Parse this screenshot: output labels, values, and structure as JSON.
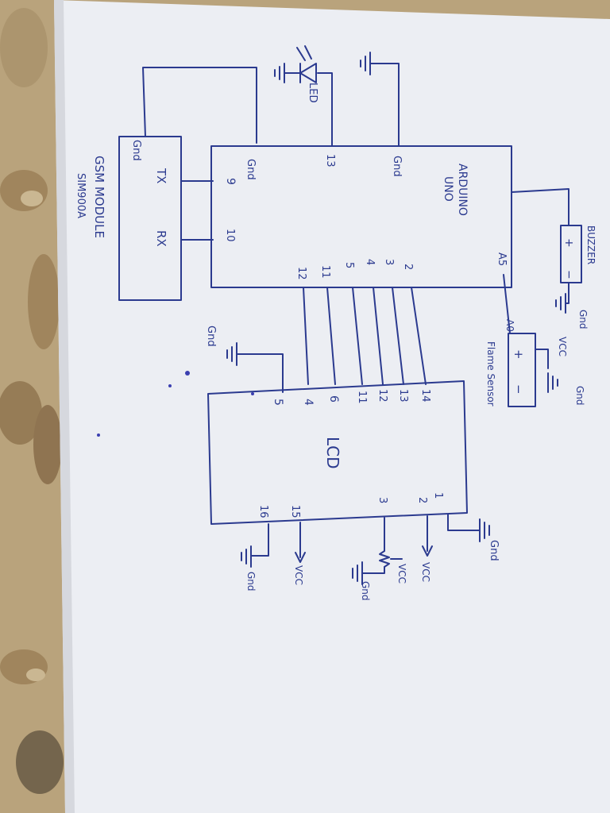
{
  "colors": {
    "ink": "#2b3a8f",
    "paper": "#eceef3",
    "fabric": "#b9a37c"
  },
  "labels": {
    "gsm_title": "GSM MODULE",
    "gsm_model": "SIM900A",
    "gsm_tx": "TX",
    "gsm_rx": "RX",
    "gsm_gnd": "Gnd",
    "arduino_name1": "ARDUINO",
    "arduino_name2": "UNO",
    "ard_gnd_left": "Gnd",
    "ard_gnd_top": "Gnd",
    "pin_9": "9",
    "pin_10": "10",
    "pin_13": "13",
    "pin_a5": "A5",
    "pin_2": "2",
    "pin_3": "3",
    "pin_4": "4",
    "pin_5": "5",
    "pin_11": "11",
    "pin_12": "12",
    "led_label": "LED",
    "buzzer_label": "BUZZER",
    "buzzer_plus": "+",
    "buzzer_minus": "−",
    "buzzer_gnd": "Gnd",
    "flame_a0": "A0",
    "flame_vcc": "VCC",
    "flame_gnd": "Gnd",
    "flame_plus": "+",
    "flame_minus": "−",
    "flame_label": "Flame Sensor",
    "lcd_name": "LCD",
    "lcd_p14": "14",
    "lcd_p13": "13",
    "lcd_p12": "12",
    "lcd_p11": "11",
    "lcd_p6": "6",
    "lcd_p4": "4",
    "lcd_p5": "5",
    "lcd_p1": "1",
    "lcd_p2": "2",
    "lcd_p3": "3",
    "lcd_p15": "15",
    "lcd_p16": "16",
    "lcd_gnd_left": "Gnd",
    "lcd_gnd_right": "Gnd",
    "lcd_vcc_2": "VCC",
    "lcd_vcc_3": "VCC",
    "lcd_gnd_3": "Gnd",
    "lcd_vcc_15": "VCC",
    "lcd_gnd_16": "Gnd"
  }
}
